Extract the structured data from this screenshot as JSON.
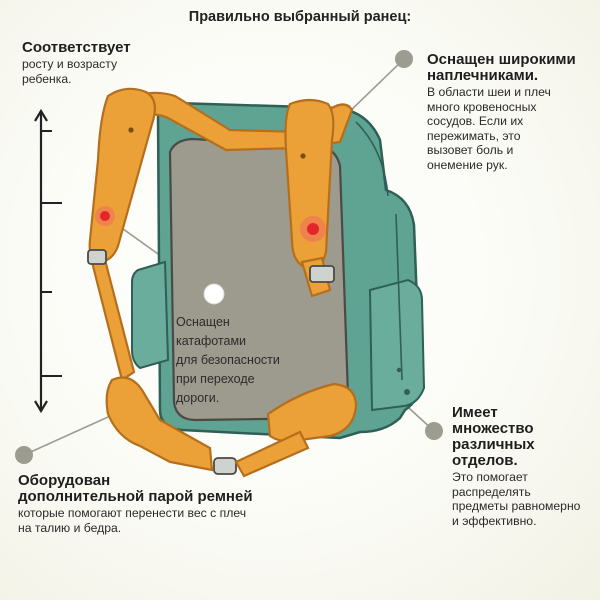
{
  "title": "Правильно выбранный ранец:",
  "callouts": {
    "top_left": {
      "heading": "Соответствует",
      "body": [
        "росту и возрасту",
        "ребенка."
      ]
    },
    "top_right": {
      "heading": [
        "Оснащен широкими",
        "наплечниками."
      ],
      "body": [
        "В области шеи и плеч",
        "много кровеносных",
        "сосудов. Если их",
        "пережимать, это",
        "вызовет боль и",
        "онемение рук."
      ]
    },
    "center": {
      "body": [
        "Оснащен",
        "катафотами",
        "для безопасности",
        "при переходе",
        "дороги."
      ]
    },
    "bottom_right": {
      "heading": [
        "Имеет",
        "множество",
        "различных",
        "отделов."
      ],
      "body": [
        "Это помогает",
        "распределять",
        "предметы равномерно",
        "и эффективно."
      ]
    },
    "bottom_left": {
      "heading": [
        "Оборудован",
        "дополнительной парой ремней"
      ],
      "body": [
        "которые помогают перенести вес с плеч",
        "на талию и бедра."
      ]
    }
  },
  "colors": {
    "strap_orange": "#eba137",
    "strap_outline": "#b56f1c",
    "bag_teal": "#5fa393",
    "bag_back_gray": "#9d9a8e",
    "reflector_red": "#e3262b",
    "marker_gray": "#9d9c91"
  },
  "icons": {
    "height_ruler": "height-scale-icon",
    "backpack": "backpack-illustration"
  }
}
